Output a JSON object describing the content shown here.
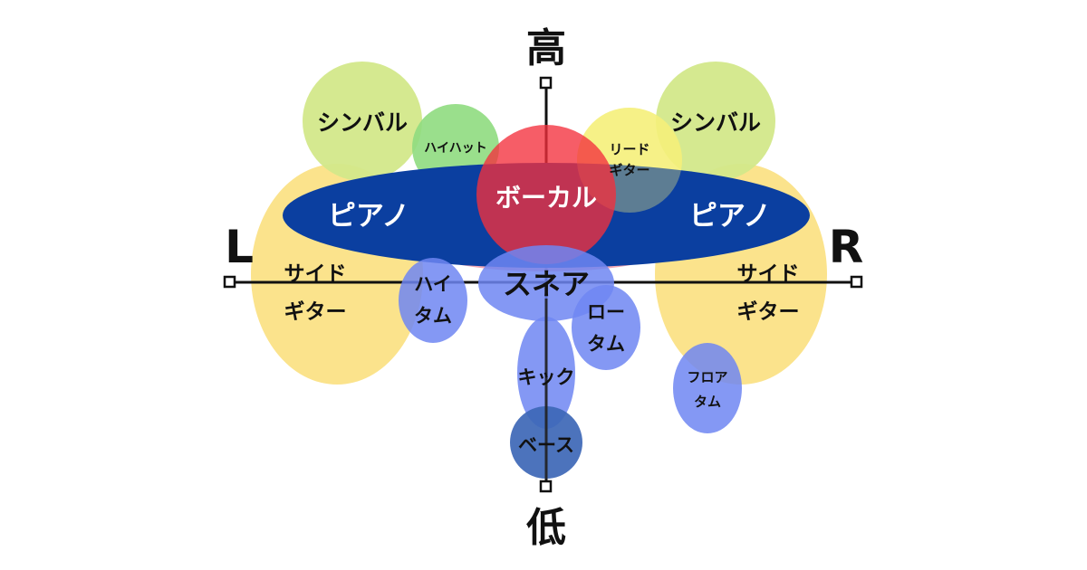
{
  "axes": {
    "top": "高",
    "bottom": "低",
    "left": "L",
    "right": "R"
  },
  "instruments": {
    "cymbal_left": "シンバル",
    "cymbal_right": "シンバル",
    "hihat": "ハイハット",
    "lead_guitar": [
      "リード",
      "ギター"
    ],
    "piano_left": "ピアノ",
    "piano_right": "ピアノ",
    "vocal": "ボーカル",
    "snare": "スネア",
    "side_guitar_left": [
      "サイド",
      "ギター"
    ],
    "side_guitar_right": [
      "サイド",
      "ギター"
    ],
    "hi_tom": [
      "ハイ",
      "タム"
    ],
    "low_tom": [
      "ロー",
      "タム"
    ],
    "floor_tom": [
      "フロア",
      "タム"
    ],
    "kick": "キック",
    "bass": "ベース"
  },
  "colors": {
    "cymbal": "#d3e88a",
    "hihat": "#8fdc80",
    "lead_guitar": "#f5f07a",
    "piano": "#0b3fa0",
    "vocal": "#f4303c",
    "side_guitar": "#fbe38c",
    "drum": "#6f86f2",
    "bass": "#3d67b6",
    "axis": "#111111"
  }
}
